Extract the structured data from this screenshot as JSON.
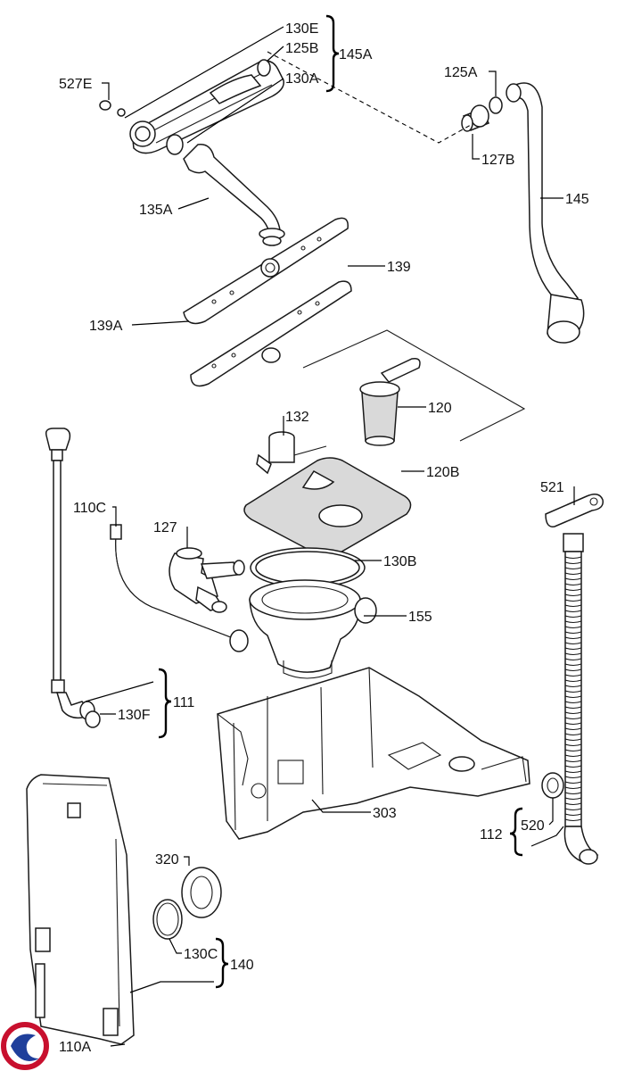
{
  "callouts": {
    "c130E": "130E",
    "c125B": "125B",
    "c145A": "145A",
    "c130A": "130A",
    "c527E": "527E",
    "c125A": "125A",
    "c127B": "127B",
    "c145": "145",
    "c135A": "135A",
    "c139": "139",
    "c139A": "139A",
    "c120": "120",
    "c132": "132",
    "c120B": "120B",
    "c521": "521",
    "c110C": "110C",
    "c127": "127",
    "c130B": "130B",
    "c155": "155",
    "c111": "111",
    "c130F": "130F",
    "c303": "303",
    "c112": "112",
    "c520": "520",
    "c320": "320",
    "c130C": "130C",
    "c140": "140",
    "c110A": "110A"
  },
  "logo": {
    "colors": {
      "ring": "#c8102e",
      "swirl": "#1f3f9b"
    }
  }
}
